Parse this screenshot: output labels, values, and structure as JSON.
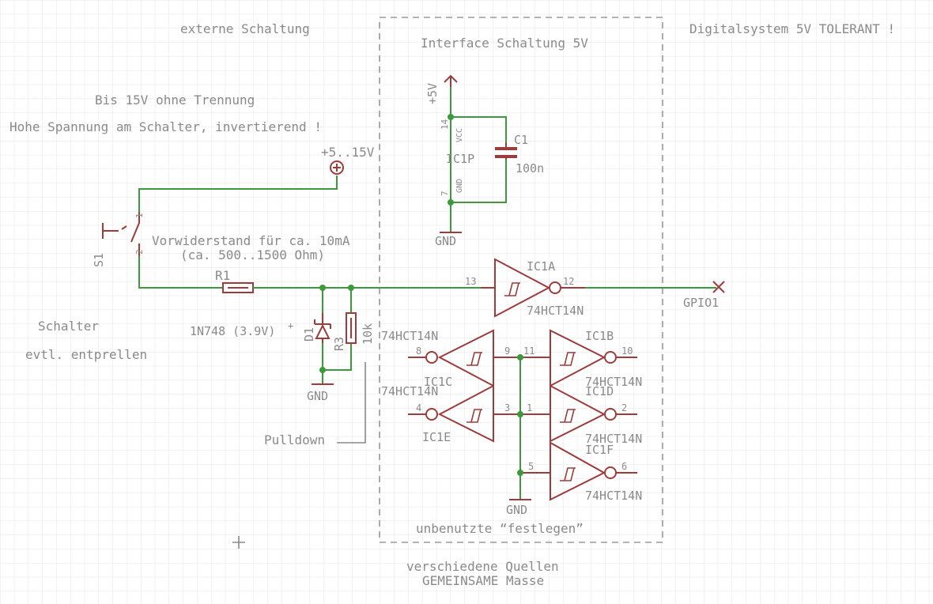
{
  "texts": {
    "externe": "externe Schaltung",
    "interface": "Interface Schaltung 5V",
    "digital": "Digitalsystem 5V TOLERANT !",
    "bis": "Bis 15V ohne Trennung",
    "hohe": "Hohe Spannung am Schalter, invertierend !",
    "supply": "+5..15V",
    "vorwid1": "Vorwiderstand für ca. 10mA",
    "vorwid2": "(ca. 500..1500 Ohm)",
    "schalter": "Schalter",
    "entprellen": "evtl. entprellen",
    "pulldown": "Pulldown",
    "unbenutzte": "unbenutzte “festlegen”",
    "quellen": "verschiedene Quellen",
    "masse": "GEMEINSAME Masse"
  },
  "components": {
    "r1": "R1",
    "r3": "R3",
    "r3_value": "10k",
    "d1": "D1",
    "d1_value": "1N748 (3.9V)",
    "d1_plus": "+",
    "s1": "S1",
    "c1": "C1",
    "c1_value": "100n",
    "ic1p": "IC1P",
    "vcc": "VCC",
    "gnd_pin": "GND",
    "ic1a": "IC1A",
    "ic1b": "IC1B",
    "ic1c": "IC1C",
    "ic1d": "IC1D",
    "ic1e": "IC1E",
    "ic1f": "IC1F",
    "part": "74HCT14N",
    "gpio": "GPIO1",
    "gnd": "GND",
    "plus5v": "+5V"
  },
  "pins": {
    "p1": "1",
    "p2": "2",
    "p3": "3",
    "p4": "4",
    "p5": "5",
    "p6": "6",
    "p7": "7",
    "p8": "8",
    "p9": "9",
    "p10": "10",
    "p11": "11",
    "p12": "12",
    "p13": "13",
    "p14": "14"
  },
  "colors": {
    "background": "#ffffff",
    "grid": "#e4e4e4",
    "wire": "#3c9a3c",
    "symbol": "#9e3b3b",
    "text": "#8a8a8a"
  }
}
